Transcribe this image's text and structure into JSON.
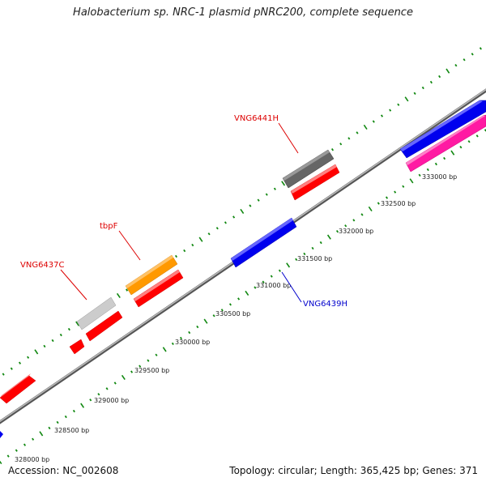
{
  "title": "Halobacterium sp. NRC-1 plasmid pNRC200, complete sequence",
  "accession": "Accession: NC_002608",
  "topology": "Topology: circular; Length: 365,425 bp; Genes: 371",
  "scale": {
    "labels": [
      "328000 bp",
      "328500 bp",
      "329000 bp",
      "329500 bp",
      "330000 bp",
      "330500 bp",
      "331000 bp",
      "331500 bp",
      "332000 bp",
      "332500 bp",
      "333000 bp"
    ],
    "positions_bp": [
      328000,
      328500,
      329000,
      329500,
      330000,
      330500,
      331000,
      331500,
      332000,
      332500,
      333000
    ]
  },
  "gene_labels": [
    {
      "text": "VNG6437C",
      "color": "#dd0000"
    },
    {
      "text": "tbpF",
      "color": "#dd0000"
    },
    {
      "text": "VNG6441H",
      "color": "#dd0000"
    },
    {
      "text": "VNG6439H",
      "color": "#0000cc"
    }
  ],
  "colors": {
    "red": "#ff0000",
    "blue": "#0000ee",
    "orange": "#ff9900",
    "light_gray": "#cccccc",
    "dark_gray": "#666666",
    "magenta": "#ff1aa3",
    "backbone": "#888888",
    "ticks": "#118811"
  }
}
